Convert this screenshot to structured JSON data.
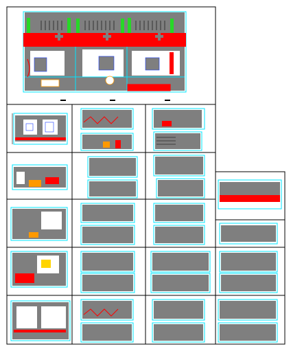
{
  "sheet": {
    "background": "#ffffff",
    "frame_color": "#000000",
    "wall_color": "#7f7f7f",
    "line_colors": {
      "cyan": "#00e5ff",
      "red": "#ff0000",
      "green": "#27d827",
      "orange": "#ff9900",
      "magenta": "#e040ff",
      "blue": "#1a3cff",
      "yellow": "#ffd400"
    }
  },
  "drawings": {
    "main_plan": {
      "kind": "floor-plan",
      "units": 3
    },
    "row1": [
      "floor-plan",
      "elevation",
      "elevation"
    ],
    "row2": [
      "floor-plan",
      "elevation",
      "elevation"
    ],
    "row3": [
      "floor-plan",
      "elevation",
      "elevation"
    ],
    "row4": [
      "floor-plan",
      "elevation",
      "elevation",
      "elevation"
    ],
    "row5": [
      "floor-plan",
      "elevation",
      "elevation",
      "elevation"
    ],
    "side_detail": {
      "kind": "section"
    },
    "small_detail": {
      "kind": "elevation"
    }
  }
}
